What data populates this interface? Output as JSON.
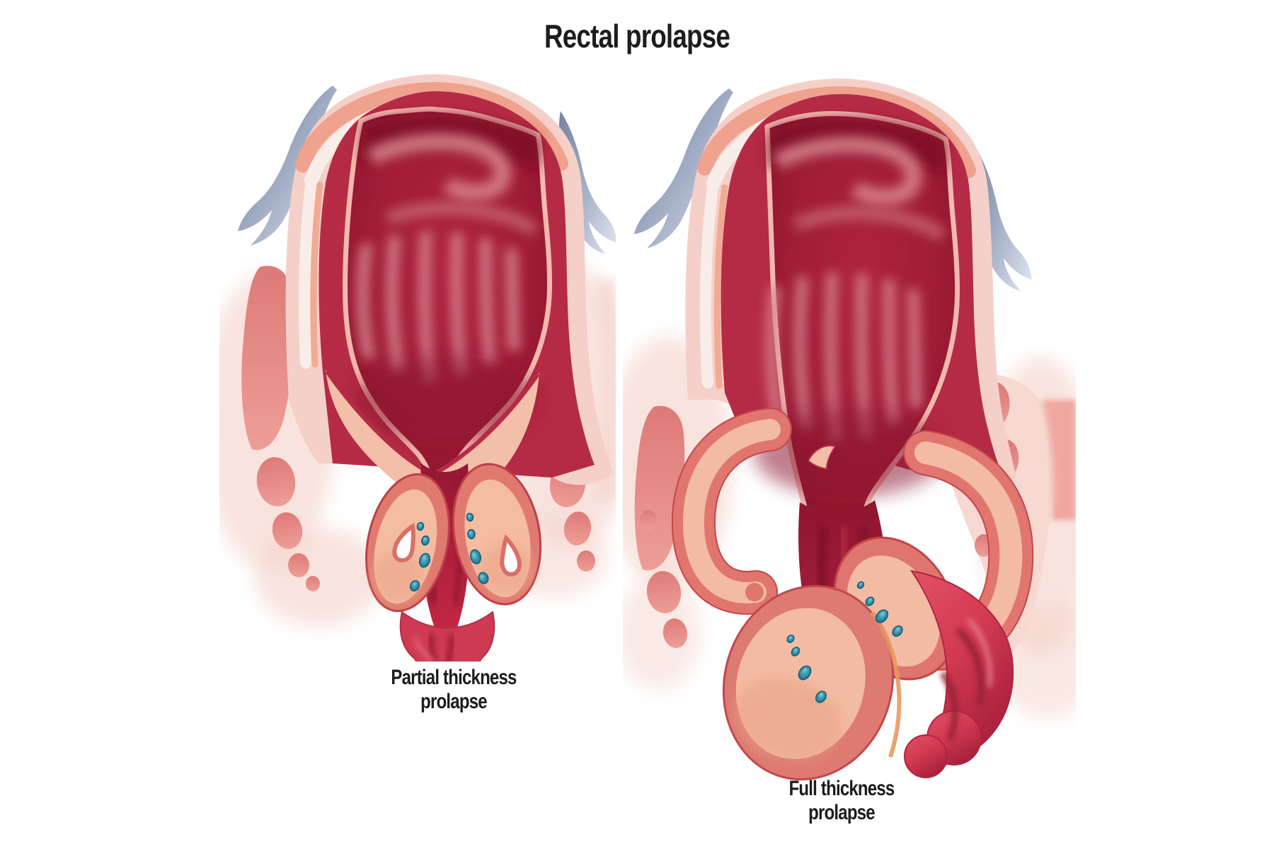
{
  "title": "Rectal prolapse",
  "figures": {
    "partial": {
      "label": "Partial thickness prolapse",
      "label_line1": "Partial thickness",
      "label_line2": "prolapse"
    },
    "full": {
      "label": "Full thickness prolapse",
      "label_line1": "Full thickness",
      "label_line2": "prolapse"
    }
  },
  "colors": {
    "background": "#ffffff",
    "text": "#1d1d1b",
    "lumen_dark_red": "#9e1b35",
    "wall_red": "#b52b45",
    "mucosa_salmon": "#efa28d",
    "serosa_pale_pink": "#f5d0c9",
    "submucosa_cream": "#f9ede9",
    "anal_cushion_salmon": "#e07a70",
    "anal_cushion_inner": "#f4bca1",
    "hemorrhoidal_vein_teal": "#2e93ab",
    "peritoneum_blue_gray": "#8d99b4",
    "muscle_pink": "#e1807e",
    "prolapse_red": "#d23a52"
  }
}
